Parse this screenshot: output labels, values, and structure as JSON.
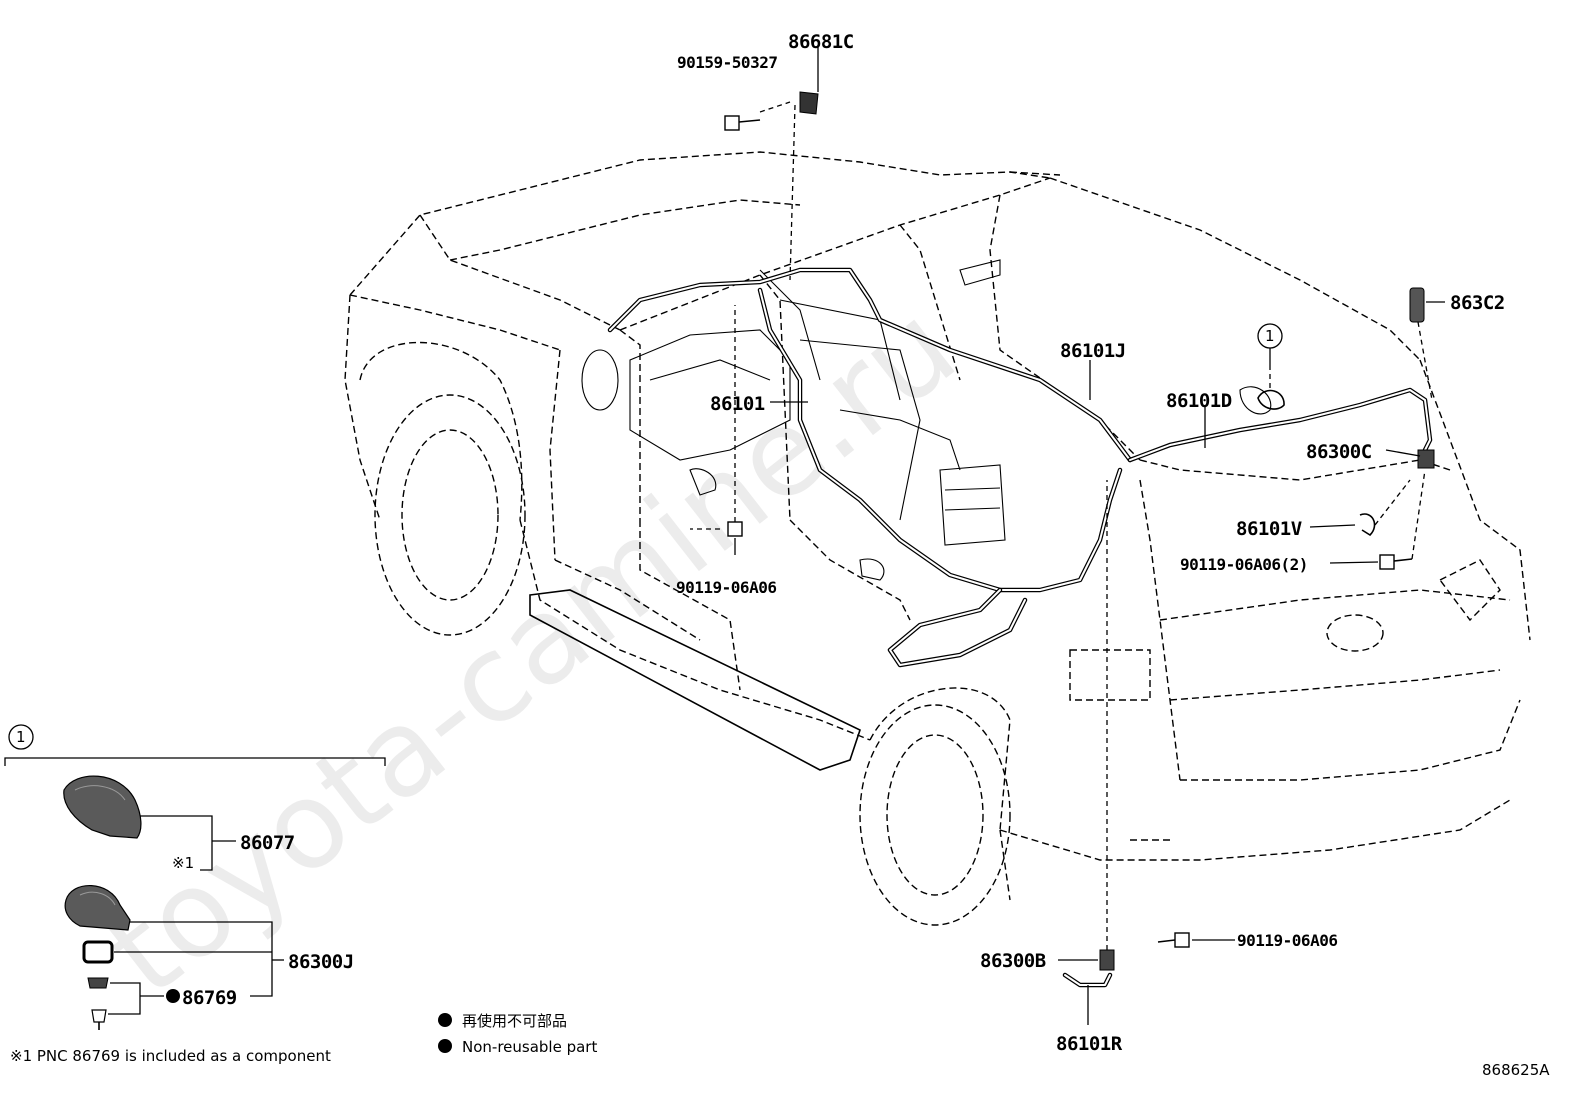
{
  "watermark": "toyota-camine.ru",
  "diagram_code": "868625A",
  "callouts": {
    "p86681C": "86681C",
    "p90159_50327": "90159-50327",
    "p863C2": "863C2",
    "p86101J": "86101J",
    "p86101D": "86101D",
    "p86101": "86101",
    "p86300C": "86300C",
    "p86101V": "86101V",
    "p90119_06A06_2": "90119-06A06(2)",
    "p90119_06A06_center": "90119-06A06",
    "p90119_06A06_bottom": "90119-06A06",
    "p86300B": "86300B",
    "p86101R": "86101R",
    "circle1": "1"
  },
  "inset": {
    "circle_label": "1",
    "p86077": "86077",
    "note_mark": "※1",
    "p86300J": "86300J",
    "p86769": "86769"
  },
  "legend": {
    "line_jp": "再使用不可部品",
    "line_en": "Non-reusable part",
    "footnote": "※1 PNC 86769 is included as a component"
  }
}
